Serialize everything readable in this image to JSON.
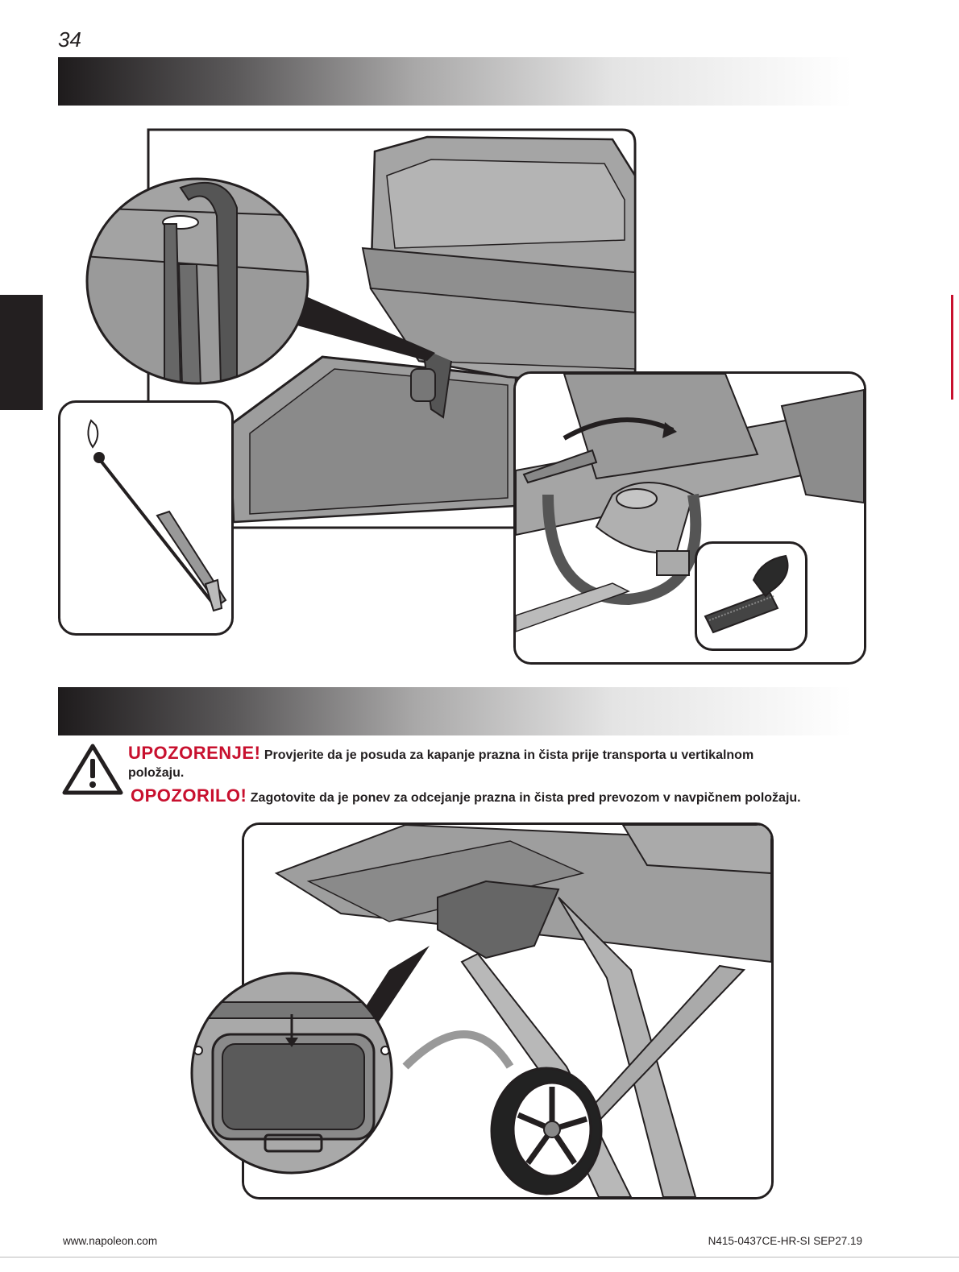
{
  "page": {
    "number": "34"
  },
  "colors": {
    "warning_red": "#c8102e",
    "ink": "#231f20",
    "tab_dark": "#231f20"
  },
  "warning": {
    "icon": "warning-triangle-icon",
    "hr_title": "UPOZORENJE!",
    "hr_text_1": "Provjerite da je posuda za kapanje prazna in čista prije  transporta u vertikalnom",
    "hr_text_2": "položaju.",
    "si_title": "OPOZORILO!",
    "si_text": "Zagotovite da je ponev za odcejanje prazna in čista pred prevozom v navpičnem položaju."
  },
  "illustrations": {
    "top_main": "grill-lid-strap-icon",
    "top_zoom": "strap-loop-icon",
    "match_inset": "lighting-rod-match-icon",
    "regulator": "regulator-strap-icon",
    "velcro_inset": "velcro-strap-icon",
    "bottom_main": "grill-cart-drip-pan-icon",
    "bottom_zoom": "drip-pan-icon"
  },
  "footer": {
    "website": "www.napoleon.com",
    "doc_code": "N415-0437CE-HR-SI SEP27.19"
  }
}
